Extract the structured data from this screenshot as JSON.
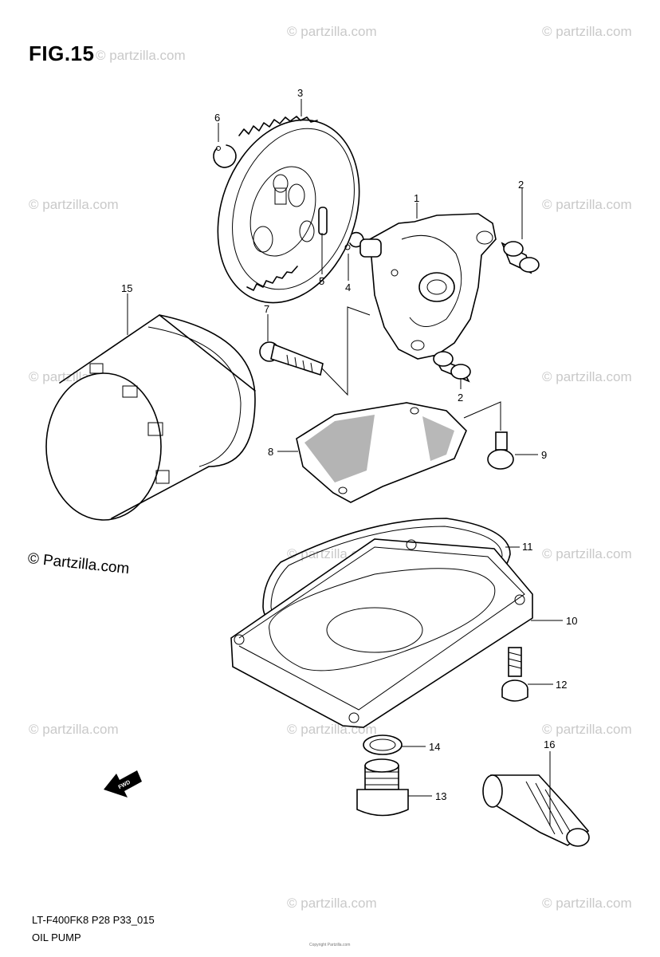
{
  "figure": {
    "label": "FIG.15",
    "code": "LT-F400FK8 P28 P33_015",
    "name": "OIL PUMP",
    "copyright": "© Partzilla.com",
    "fine_print": "Copyright Partzilla.com",
    "direction_label": "FWD"
  },
  "watermark": "© partzilla.com",
  "callouts": {
    "c1": "1",
    "c2a": "2",
    "c2b": "2",
    "c3": "3",
    "c4": "4",
    "c5": "5",
    "c6": "6",
    "c7": "7",
    "c8": "8",
    "c9": "9",
    "c10": "10",
    "c11": "11",
    "c12": "12",
    "c13": "13",
    "c14": "14",
    "c15": "15",
    "c16": "16"
  }
}
